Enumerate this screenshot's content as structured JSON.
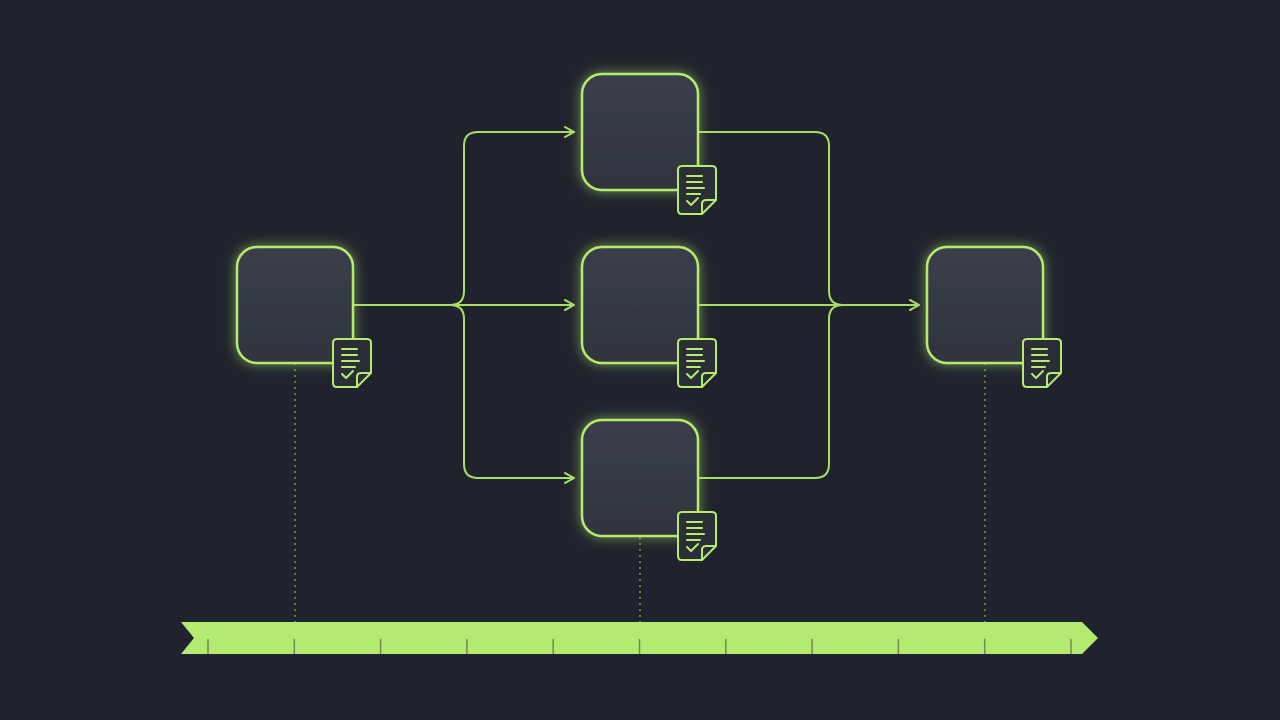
{
  "colors": {
    "background": "#20232d",
    "accent": "#b6ec6e",
    "accent_line": "#a9de66",
    "node_fill": "#353a44",
    "doc_fill": "#2a2e37",
    "timeline_fill": "#b3eb70",
    "tick": "#6f8a52",
    "guide": "#7fa85a"
  },
  "nodes": [
    {
      "id": "source-node",
      "icon": "document-check-icon"
    },
    {
      "id": "branch-node-top",
      "icon": "document-check-icon"
    },
    {
      "id": "branch-node-middle",
      "icon": "document-check-icon"
    },
    {
      "id": "branch-node-bottom",
      "icon": "document-check-icon"
    },
    {
      "id": "merge-node",
      "icon": "document-check-icon"
    }
  ],
  "timeline": {
    "tick_count": 11,
    "direction": "right"
  }
}
